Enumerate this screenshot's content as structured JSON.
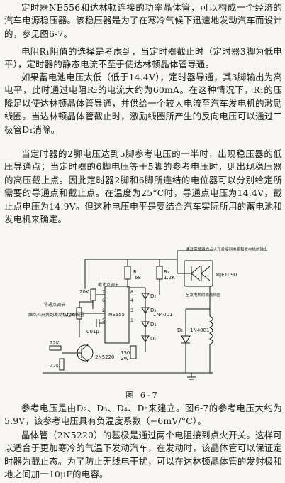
{
  "paragraphs": {
    "p1": "定时器NE556和达林顿连接的功率晶体管，可以构成一个经济的汽车电源稳压器。该稳压器是为了在寒冷气候下迅速地发动汽车而设计的，参见图6-7。",
    "p2": "电阻R₁阻值的选择是考虑到，当定时器截止时（定时器3脚为低电平），定时器的静态电流不至于使达林顿晶体管导通。",
    "p3": "如果蓄电池电压太低（低于14.4V），定时器导通，其3脚输出为高电平，此时通过电阻R₂的电流大约为60mA。在这种情况下，R₁的压降足以使达林顿晶体管导通，并供给一个较大电流至汽车发电机的激励线圈。当达林顿晶体管截止时，激励线圈所产生的反向电压可以通过二极管D₁消除。",
    "p4": "当定时器的2脚电压达到5脚参考电压的一半时，出现稳压器的低压导通点；当定时器的6脚电压等于5脚的参考电压时，则出现稳压器的高压截止点。因此定时器2脚和6脚所连结的电位器可以分别给定所需要的导通点和截止点。在温度为25°C时，导通点电压为14.4V，截止点电压为14.9V。但这种电压电平是要结合汽车实际所用的蓄电池和发电机来确定。",
    "p5": "参考电压是由D₂、D₃、D₄、D₅来建立。图6-7的参考电压大约为5.9V，该参考电压具有负温度系数（−6mV/°C）。",
    "p6": "晶体管（2N5220）的基极是通过两个电阻接到点火开关。这样可以适合于更加寒冷的气温下发动汽车，在发动时，该晶体管可以保证定时器为截止态。为了防止无线电干扰，可以在达林顿晶体管的发射极和地之间加一10μF的电容。"
  },
  "figure": {
    "caption": "图 6-7",
    "labels": {
      "r1": "R₁",
      "r1_val": "68",
      "r2": "R₂",
      "r2_val": "1.2K",
      "top_note": "通过带整器的点火开关接到电瓶和发电机的输出",
      "transistor_darlington": "MJE1090",
      "coil_note": "至发电机的激励线圈",
      "d1": "D₁",
      "d1_part": "1N4001",
      "diode_part": "1N4001",
      "pot_off": "截止点调节",
      "pot_on": "导通点调节",
      "pot_20k_a": "20K",
      "pot_20k_b": "20K",
      "chip": "NE555",
      "cap": "001μ",
      "r150": "150",
      "power_2w": "2W",
      "d2": "D₂",
      "d3": "D₃",
      "d4": "D₄",
      "d5": "D₅",
      "ign_note": "由点火开关到发动机起动线圈",
      "r22k_a": "22K",
      "r22k_b": "22K",
      "transistor": "2N5220",
      "pin7": "7",
      "pin4": "4",
      "pin8": "8",
      "pin3": "3",
      "pin6": "6",
      "pin2": "2",
      "pin5": "5",
      "pin1": "1"
    }
  }
}
